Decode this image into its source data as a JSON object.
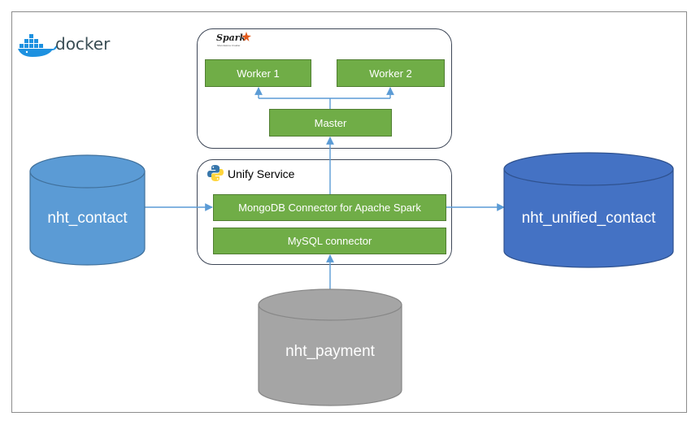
{
  "docker": {
    "label": "docker"
  },
  "spark": {
    "logo_text": "Spark",
    "logo_sub": "Standalone Cluster"
  },
  "cluster": {
    "worker1": "Worker 1",
    "worker2": "Worker 2",
    "master": "Master"
  },
  "unify": {
    "title": "Unify Service",
    "mongo_connector": "MongoDB Connector for Apache Spark",
    "mysql_connector": "MySQL connector"
  },
  "databases": {
    "contact": "nht_contact",
    "unified": "nht_unified_contact",
    "payment": "nht_payment"
  },
  "colors": {
    "green": "#70ad47",
    "contact_db": "#5b9bd5",
    "unified_db": "#4472c4",
    "payment_db": "#a5a5a5",
    "arrow": "#5b9bd5",
    "docker_blue": "#1d91e0"
  },
  "icons": [
    "docker-whale-icon",
    "spark-logo-icon",
    "python-logo-icon"
  ]
}
